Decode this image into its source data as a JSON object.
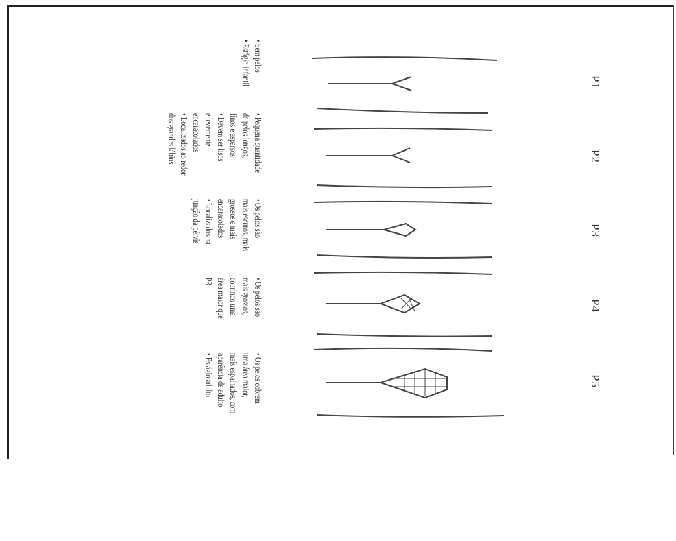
{
  "stages": [
    {
      "label": "P1",
      "lines": [
        "• Sem pelos",
        "• Estágio infantil"
      ]
    },
    {
      "label": "P2",
      "lines": [
        "• Pequena quantidade",
        "de pelos longos,",
        "finos e esparsos",
        "• Devem ser lisos",
        "e levemente",
        "encaracolados",
        "• Localizados ao redor",
        "dos grandes lábios"
      ]
    },
    {
      "label": "P3",
      "lines": [
        "• Os pelos são",
        "mais escuros, mais",
        "grossos e mais",
        "encaracolados",
        "• Localizados na",
        "junção da pélvis"
      ]
    },
    {
      "label": "P4",
      "lines": [
        "• Os pelos são",
        "mais grossos,",
        "cobrindo uma",
        "área maior que",
        "P3"
      ]
    },
    {
      "label": "P5",
      "lines": [
        "• Os pelos cobrem",
        "uma área maior,",
        "mais espalhados, com",
        "aparência de adulto",
        "• Estágio adulto"
      ]
    }
  ],
  "colors": {
    "ink": "#333333",
    "frame": "#222222",
    "background": "#ffffff"
  }
}
